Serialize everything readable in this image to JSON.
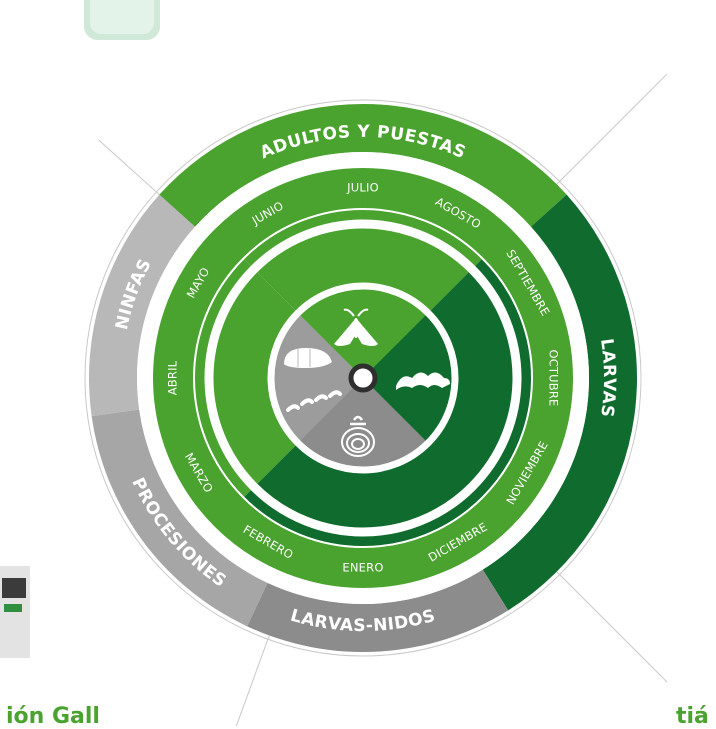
{
  "outer_segments": [
    {
      "label": "ADULTOS Y PUESTAS",
      "color": "#4aa32f",
      "text_color": "#ffffff"
    },
    {
      "label": "LARVAS",
      "color": "#0f6b2e",
      "text_color": "#ffffff"
    },
    {
      "label": "LARVAS-NIDOS",
      "color": "#8c8c8c",
      "text_color": "#ffffff"
    },
    {
      "label": "PROCESIONES",
      "color": "#a6a6a6",
      "text_color": "#ffffff"
    },
    {
      "label": "NINFAS",
      "color": "#b8b8b8",
      "text_color": "#ffffff"
    }
  ],
  "months": [
    "ENERO",
    "FEBRERO",
    "MARZO",
    "ABRIL",
    "MAYO",
    "JUNIO",
    "JULIO",
    "AGOSTO",
    "SEPTIEMBRE",
    "OCTUBRE",
    "NOVIEMBRE",
    "DICIEMBRE"
  ],
  "center_icons": [
    {
      "name": "moth-icon"
    },
    {
      "name": "caterpillar-icon"
    },
    {
      "name": "nest-icon"
    },
    {
      "name": "procession-icon"
    },
    {
      "name": "pupa-icon"
    }
  ],
  "partial_text": {
    "bottom_left": "ión Gall",
    "bottom_right": "tiá"
  },
  "colors": {
    "light_green": "#4aa32f",
    "dark_green": "#0f6b2e",
    "grey_light": "#b8b8b8",
    "grey_mid": "#a6a6a6",
    "grey_dark": "#8c8c8c",
    "inner_grey": "#9c9c9c"
  }
}
